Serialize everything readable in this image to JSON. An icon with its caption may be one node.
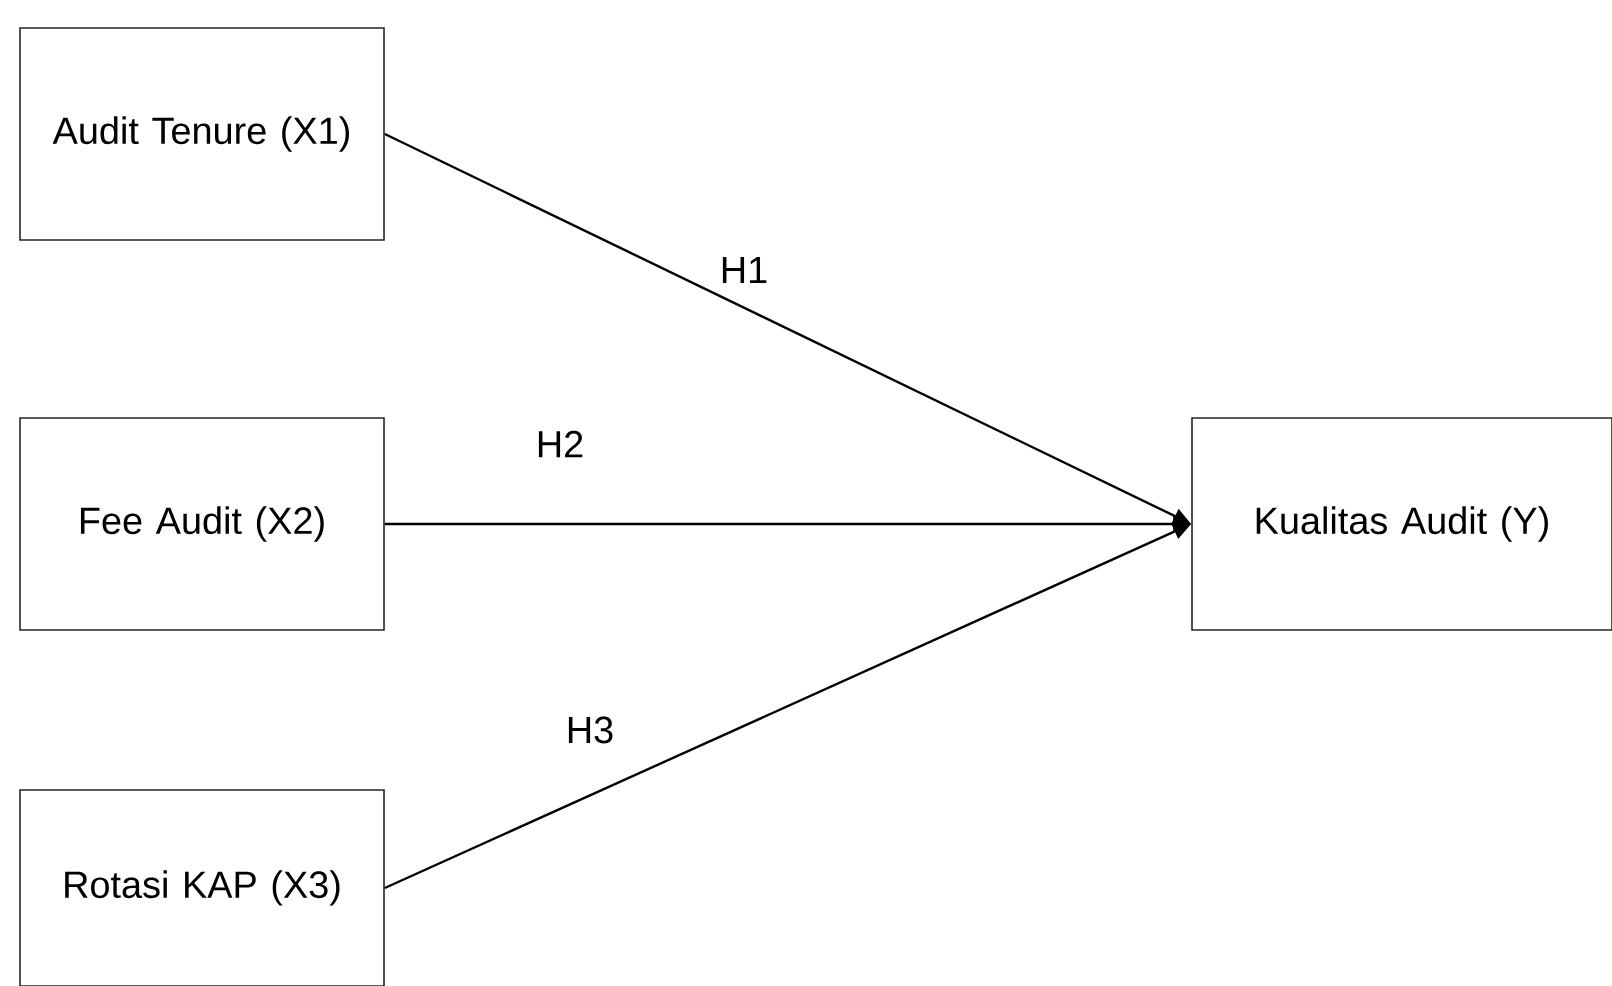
{
  "diagram": {
    "nodes": [
      {
        "text": [
          "Audit Tenure (X1)"
        ]
      },
      {
        "text": [
          "Fee Audit (X2)"
        ]
      },
      {
        "text": [
          "Rotasi KAP (X3)"
        ]
      },
      {
        "text": [
          "Kualitas Audit (Y)"
        ]
      }
    ],
    "edges": [
      {
        "from": 0,
        "to": 3,
        "arrow": "to",
        "label": "H1"
      },
      {
        "from": 1,
        "to": 3,
        "arrow": "to",
        "label": "H2"
      },
      {
        "from": 2,
        "to": 3,
        "arrow": "to",
        "label": "H3"
      }
    ]
  }
}
